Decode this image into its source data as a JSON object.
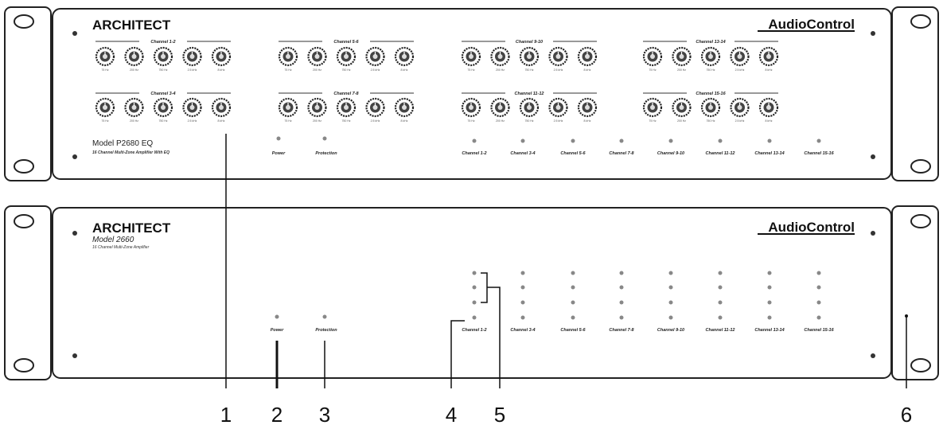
{
  "top_unit": {
    "brand": "ARCHITECT",
    "logo": "AudioControl",
    "model": "Model P2680 EQ",
    "subtitle": "16 Channel Multi-Zone Amplifier With EQ",
    "channel_groups": [
      "Channel 1-2",
      "Channel 5-6",
      "Channel 9-10",
      "Channel 13-14",
      "Channel 3-4",
      "Channel 7-8",
      "Channel 11-12",
      "Channel 15-16"
    ],
    "knob_labels": [
      "75 Hz",
      "200 Hz",
      "750 Hz",
      "2.5 kHz",
      "8 kHz"
    ],
    "status_labels": [
      "Power",
      "Protection"
    ],
    "channel_labels": [
      "Channel 1-2",
      "Channel 3-4",
      "Channel 5-6",
      "Channel 7-8",
      "Channel 9-10",
      "Channel 11-12",
      "Channel 13-14",
      "Channel 15-16"
    ]
  },
  "bottom_unit": {
    "brand": "ARCHITECT",
    "logo": "AudioControl",
    "model": "Model 2660",
    "subtitle": "16 Channel Multi-Zone Amplifier",
    "status_labels": [
      "Power",
      "Protection"
    ],
    "channel_labels": [
      "Channel 1-2",
      "Channel 3-4",
      "Channel 5-6",
      "Channel 7-8",
      "Channel 9-10",
      "Channel 11-12",
      "Channel 13-14",
      "Channel 15-16"
    ]
  },
  "callouts": [
    "1",
    "2",
    "3",
    "4",
    "5",
    "6"
  ]
}
